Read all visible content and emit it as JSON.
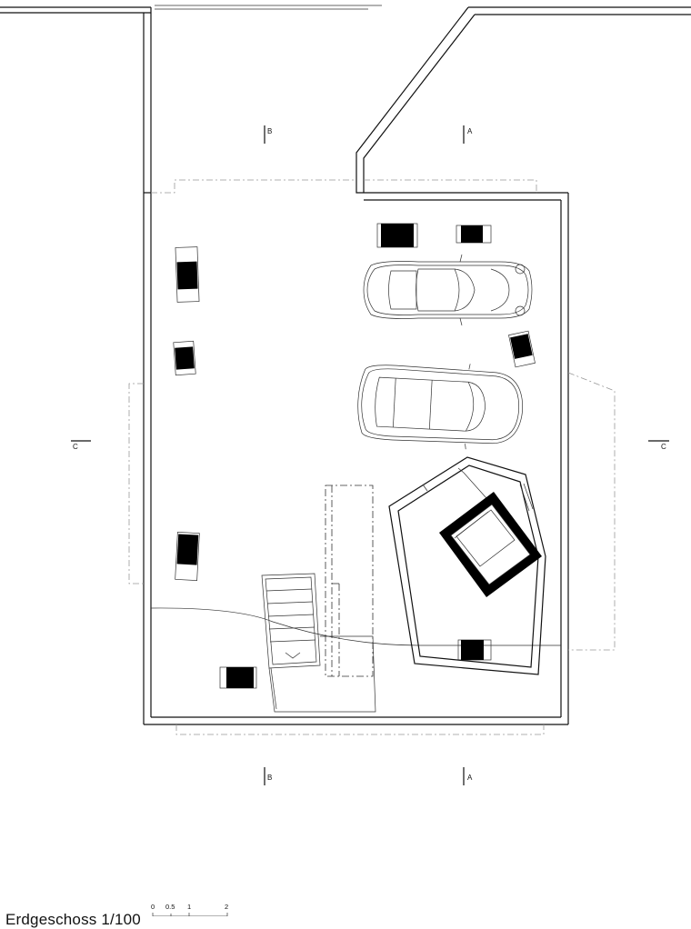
{
  "caption": "Erdgeschoss 1/100",
  "section_markers": {
    "b_top": "B",
    "a_top": "A",
    "c_left": "C",
    "c_right": "C",
    "b_bottom": "B",
    "a_bottom": "A"
  },
  "scale_bar": {
    "ticks": [
      "0",
      "0.5",
      "1",
      "2"
    ]
  }
}
